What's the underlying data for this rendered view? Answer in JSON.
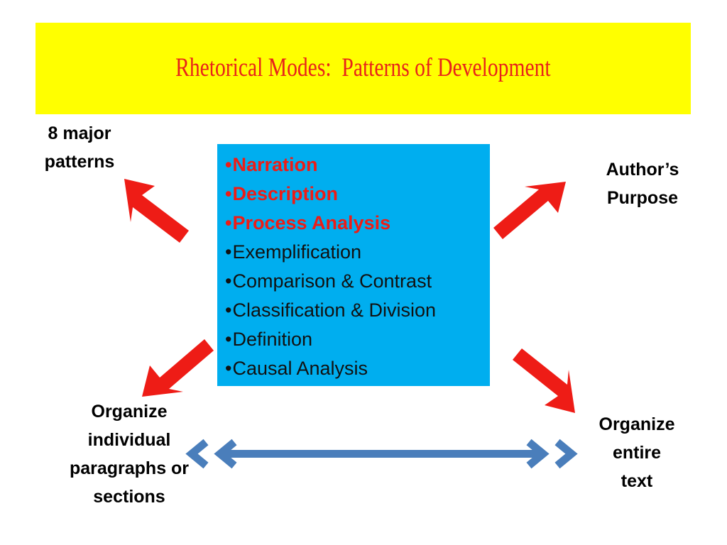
{
  "slide": {
    "background_color": "#ffffff",
    "title": {
      "text": "Rhetorical Modes:  Patterns of Development",
      "text_color": "#E8231A",
      "banner_color": "#FFFF00"
    },
    "modes_box": {
      "fill_color": "#00AEEF",
      "highlight_color": "#EE1C16",
      "text_color": "#111111",
      "items": [
        {
          "label": "Narration",
          "highlighted": true
        },
        {
          "label": "Description",
          "highlighted": true
        },
        {
          "label": "Process Analysis",
          "highlighted": true
        },
        {
          "label": "Exemplification",
          "highlighted": false
        },
        {
          "label": "Comparison & Contrast",
          "highlighted": false
        },
        {
          "label": "Classification & Division",
          "highlighted": false
        },
        {
          "label": "Definition",
          "highlighted": false
        },
        {
          "label": "Causal Analysis",
          "highlighted": false
        }
      ]
    },
    "labels": {
      "top_left": "8 major\npatterns",
      "top_right": "Author’s\nPurpose",
      "bottom_left": "Organize\nindividual\nparagraphs or\nsections",
      "bottom_right": "Organize\nentire\ntext"
    },
    "arrows": {
      "red_color": "#EE1C16",
      "blue_color": "#4A7EBB",
      "red_count": 4,
      "directions": [
        "up-left",
        "up-right",
        "down-left",
        "down-right"
      ],
      "blue_double_headed": true
    }
  }
}
